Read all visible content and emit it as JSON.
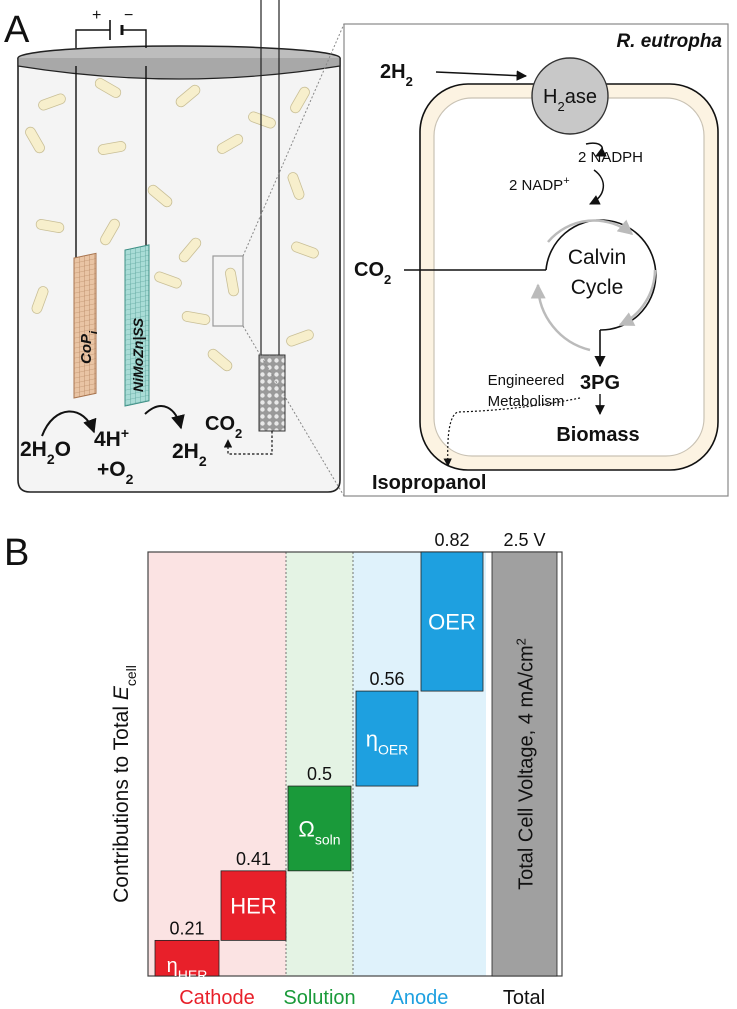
{
  "panel_a": {
    "label": "A",
    "battery": {
      "plus": "+",
      "minus": "−"
    },
    "cathode": {
      "name": "CoP",
      "subscript": "i"
    },
    "anode": {
      "name": "NiMoZn|SS"
    },
    "reactions": {
      "water": "2H",
      "water_sub": "2",
      "water_tail": "O",
      "protons": "4H",
      "protons_sup": "+",
      "oxygen": "+O",
      "oxygen_sub": "2",
      "hydrogen": "2H",
      "hydrogen_sub": "2",
      "co2": "CO",
      "co2_sub": "2"
    },
    "cell": {
      "organism": "R. eutropha",
      "h2_input": "2H",
      "h2_input_sub": "2",
      "enzyme": "H",
      "enzyme_sub": "2",
      "enzyme_tail": "ase",
      "nadph": "2 NADPH",
      "nadp": "2 NADP",
      "nadp_sup": "+",
      "calvin_line1": "Calvin",
      "calvin_line2": "Cycle",
      "co2": "CO",
      "co2_sub": "2",
      "pg": "3PG",
      "engineered_line1": "Engineered",
      "engineered_line2": "Metabolism",
      "biomass": "Biomass",
      "product": "Isopropanol"
    }
  },
  "panel_b": {
    "label": "B",
    "colors": {
      "cathode_bg": "#fbe3e3",
      "solution_bg": "#e4f3e4",
      "anode_bg": "#dff2fb",
      "cathode": "#e8202a",
      "solution": "#1a9a3a",
      "anode": "#1ea0e0",
      "total": "#a0a0a0"
    }
  },
  "chart_data": {
    "type": "bar",
    "ylabel": "Contributions to Total E",
    "ylabel_sub": "cell",
    "ylim": [
      0,
      2.5
    ],
    "regions": [
      "Cathode",
      "Solution",
      "Anode",
      "Total"
    ],
    "bars": [
      {
        "label": "η",
        "label_sub": "HER",
        "bottom": 0.0,
        "top": 0.21,
        "value_label": "0.21",
        "region": "Cathode"
      },
      {
        "label": "HER",
        "label_sub": "",
        "bottom": 0.21,
        "top": 0.62,
        "value_label": "0.41",
        "region": "Cathode"
      },
      {
        "label": "Ω",
        "label_sub": "soln",
        "bottom": 0.62,
        "top": 1.12,
        "value_label": "0.5",
        "region": "Solution"
      },
      {
        "label": "η",
        "label_sub": "OER",
        "bottom": 1.12,
        "top": 1.68,
        "value_label": "0.56",
        "region": "Anode"
      },
      {
        "label": "OER",
        "label_sub": "",
        "bottom": 1.68,
        "top": 2.5,
        "value_label": "0.82",
        "region": "Anode"
      }
    ],
    "total": {
      "label": "Total Cell Voltage, 4 mA/cm",
      "label_sup": "2",
      "value_label": "2.5 V",
      "value": 2.5
    }
  }
}
